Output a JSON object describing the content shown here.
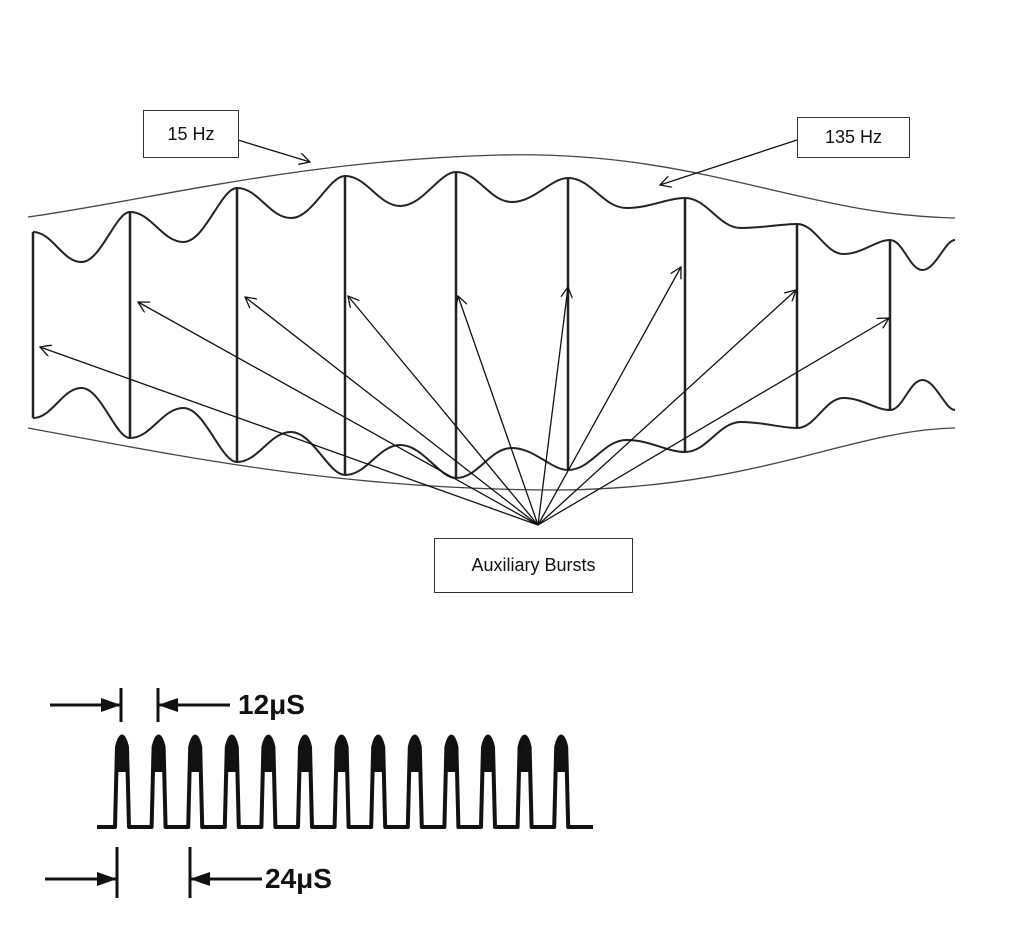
{
  "labels": {
    "low_freq": "15 Hz",
    "high_freq": "135 Hz",
    "bursts": "Auxiliary Bursts"
  },
  "pulse_train": {
    "pulse_count": 13,
    "pulse_width_label": "12μS",
    "pulse_period_label": "24μS"
  },
  "colors": {
    "ink": "#111111",
    "envelope": "#444444"
  }
}
